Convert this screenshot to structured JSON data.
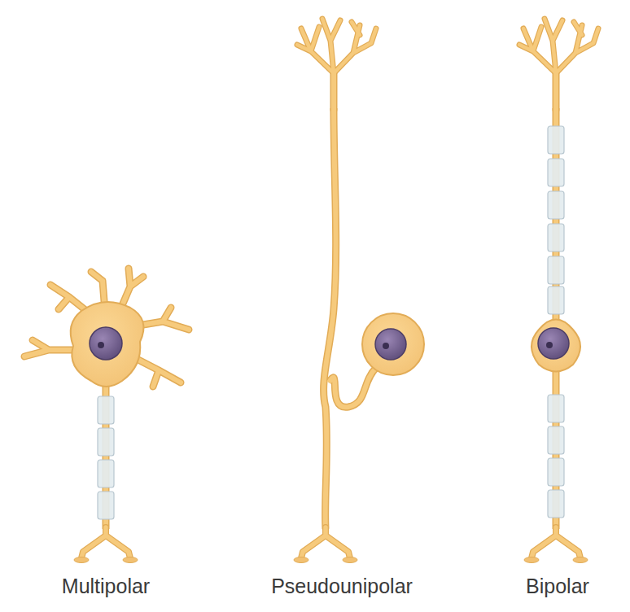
{
  "diagram": {
    "labels": [
      "Multipolar",
      "Pseudounipolar",
      "Bipolar"
    ]
  }
}
